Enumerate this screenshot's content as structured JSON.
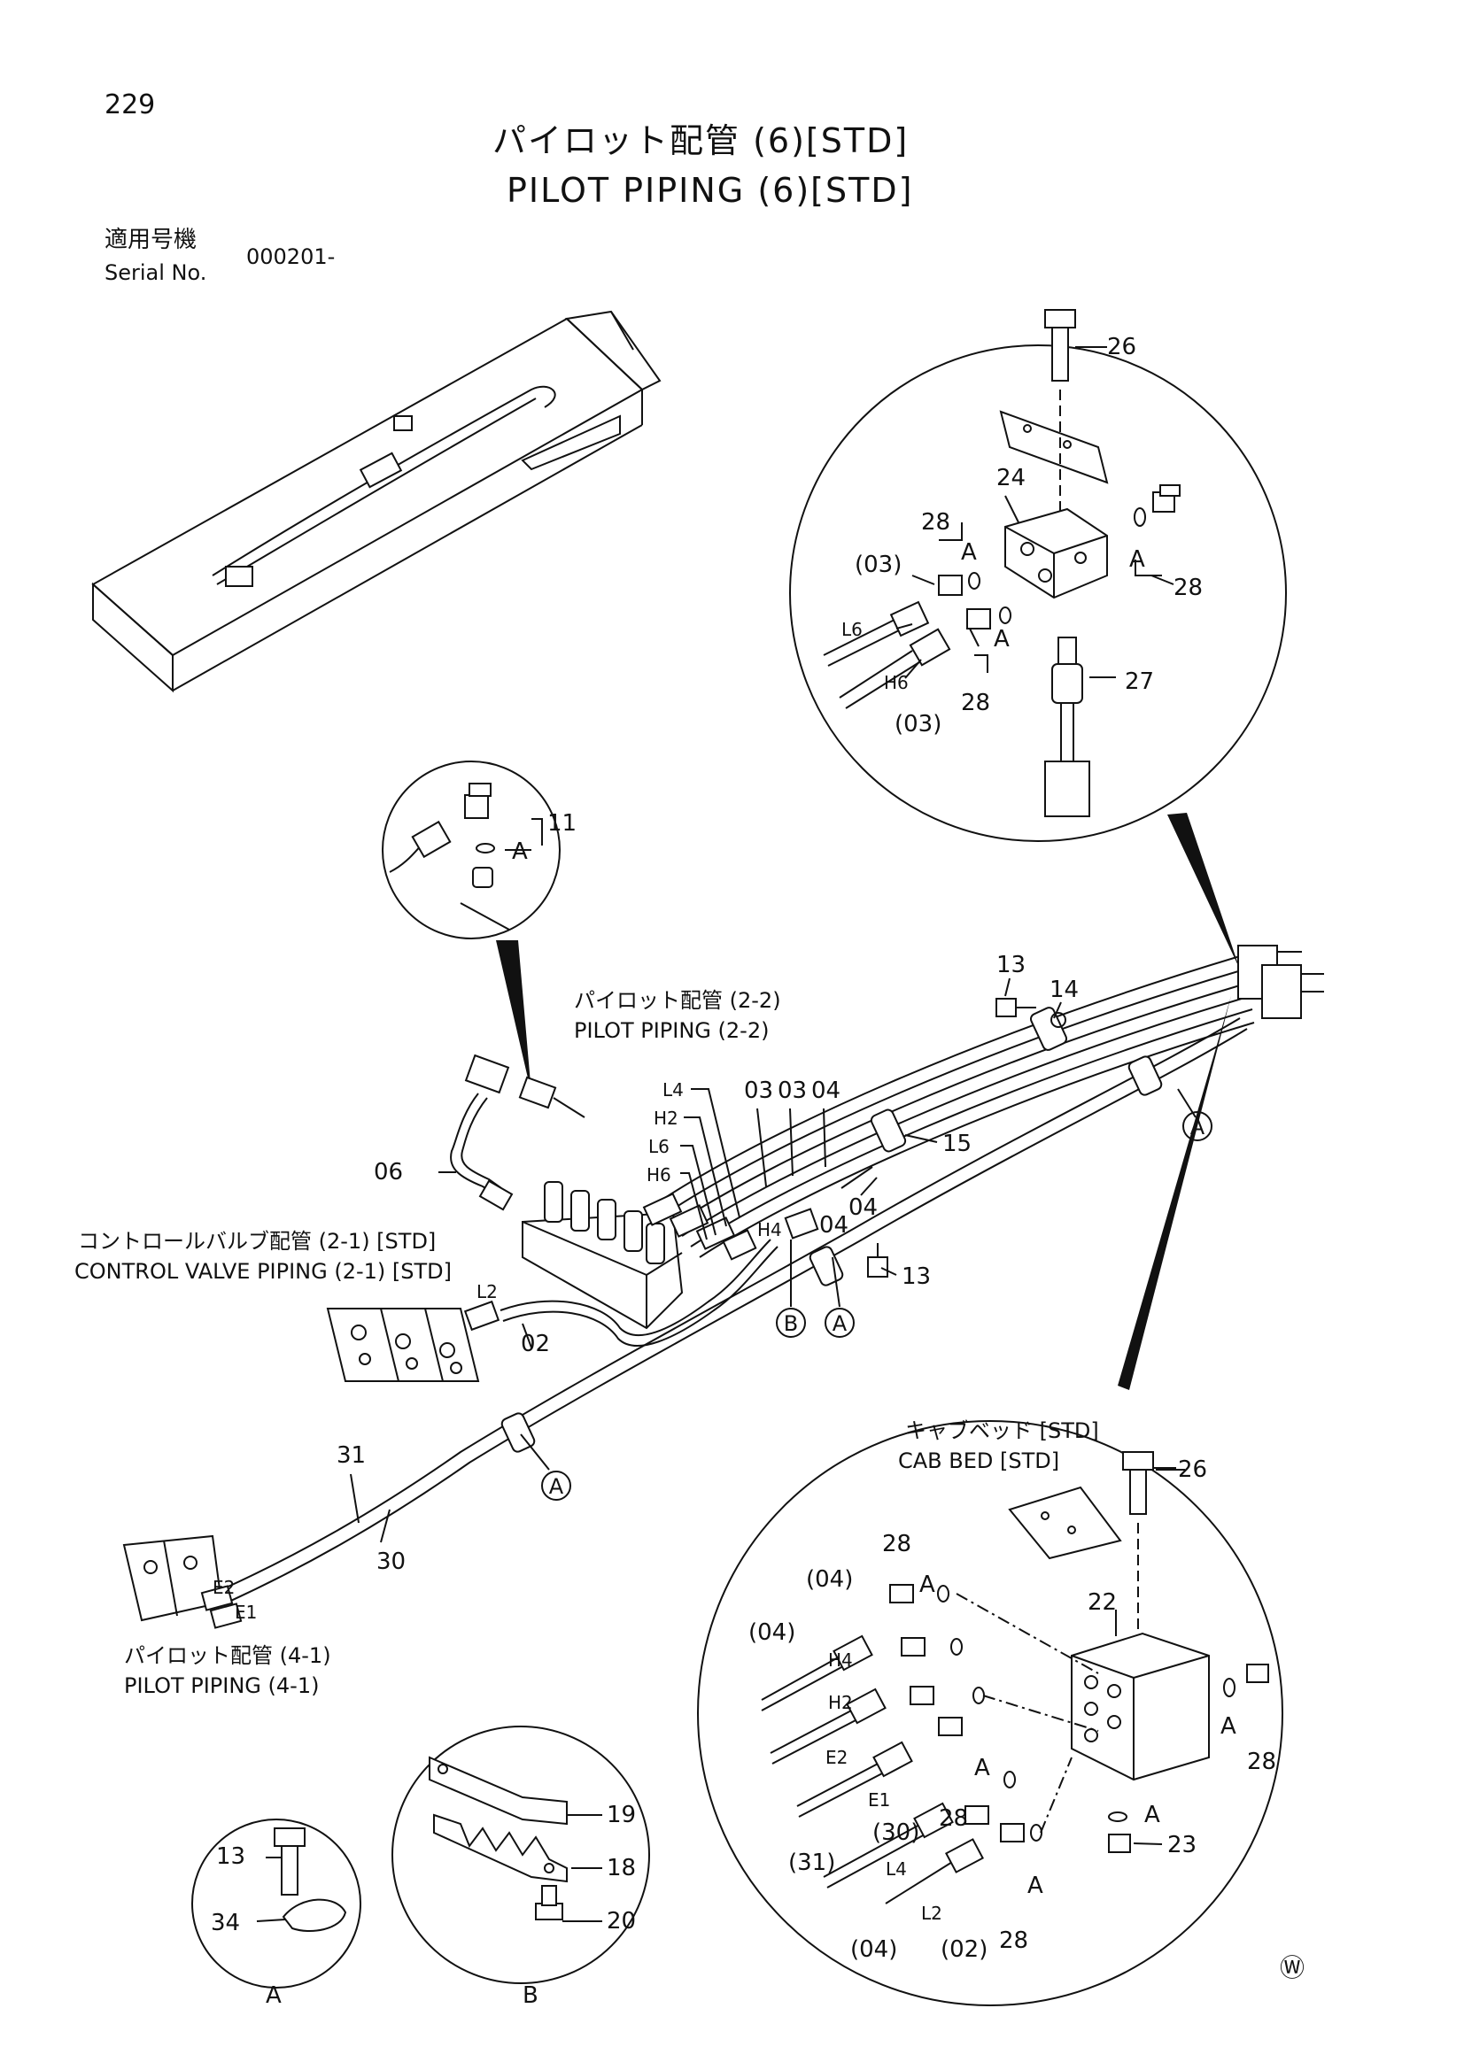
{
  "page": {
    "number": "229",
    "watermark": "Ⓦ"
  },
  "title": {
    "jp": "パイロット配管 (6)[STD]",
    "en": "PILOT PIPING (6)[STD]"
  },
  "serial": {
    "jp_label": "適用号機",
    "en_label": "Serial No.",
    "value": "000201-"
  },
  "references": {
    "pilot_2_2_jp": "パイロット配管 (2-2)",
    "pilot_2_2_en": "PILOT PIPING (2-2)",
    "cv_2_1_jp": "コントロールバルブ配管 (2-1) [STD]",
    "cv_2_1_en": "CONTROL VALVE PIPING (2-1) [STD]",
    "pilot_4_1_jp": "パイロット配管 (4-1)",
    "pilot_4_1_en": "PILOT PIPING (4-1)",
    "cab_bed_jp": "キャブベッド [STD]",
    "cab_bed_en": "CAB BED [STD]"
  },
  "callouts": {
    "p26": "26",
    "p24": "24",
    "p28": "28",
    "p03": "(03)",
    "p27": "27",
    "l6": "L6",
    "h6": "H6",
    "p11": "11",
    "p13": "13",
    "p14": "14",
    "p15": "15",
    "l4": "L4",
    "h2": "H2",
    "h4": "H4",
    "p03a": "03",
    "p03b": "03",
    "p04a": "04",
    "p04b": "04",
    "p04c": "04",
    "p06": "06",
    "l2": "L2",
    "p02": "02",
    "p31": "31",
    "p30": "30",
    "e1": "E1",
    "e2": "E2",
    "p22": "22",
    "p04p": "(04)",
    "p30p": "(30)",
    "p31p": "(31)",
    "p02p": "(02)",
    "p23": "23",
    "p19": "19",
    "p18": "18",
    "p20": "20",
    "p34": "34",
    "a": "A",
    "b": "B"
  }
}
